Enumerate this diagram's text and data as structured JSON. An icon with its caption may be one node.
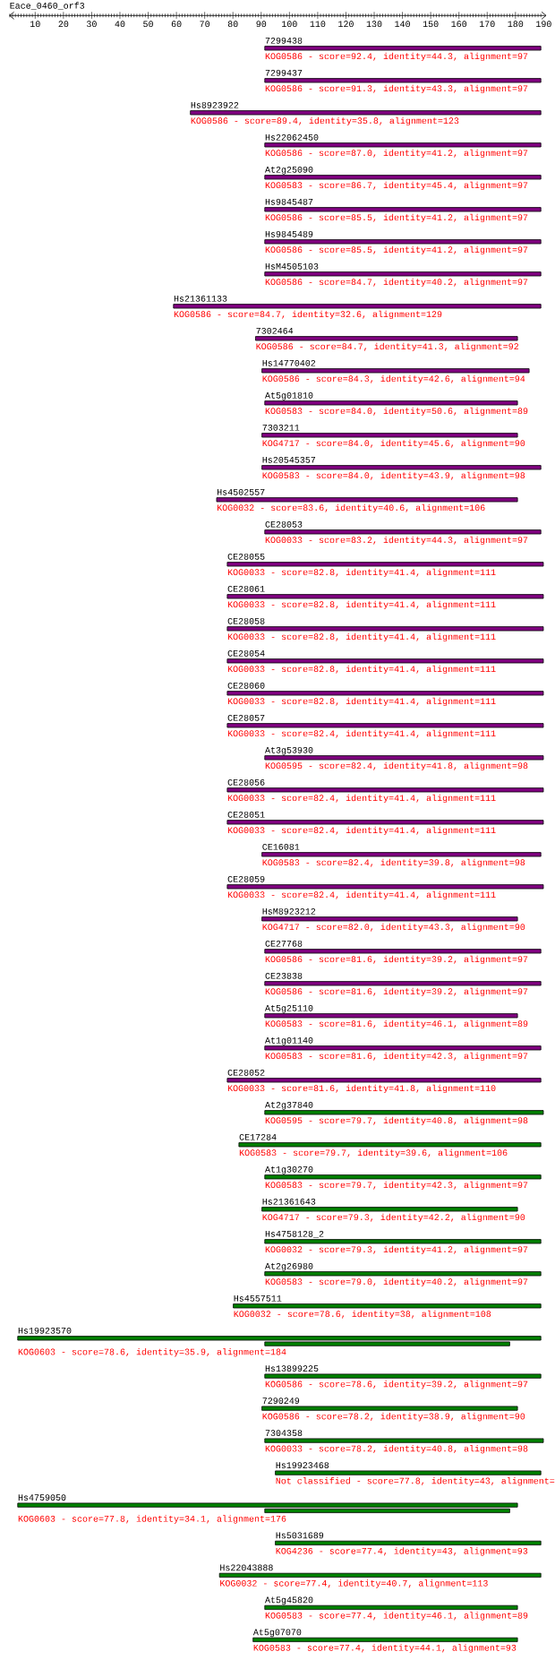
{
  "diagram": {
    "title": "Eace_0460_orf3",
    "nodes": [
      {
        "text": [
          "7299438",
          "KOG0586 - score=92.4, identity=44.3, alignment=97"
        ]
      },
      {
        "text": [
          "7299437",
          "KOG0586 - score=91.3, identity=43.3, alignment=97"
        ]
      },
      {
        "text": [
          "Hs8923922",
          "KOG0586 - score=89.4, identity=35.8, alignment=123"
        ]
      },
      {
        "text": [
          "Hs22062450",
          "KOG0586 - score=87.0, identity=41.2, alignment=97"
        ]
      },
      {
        "text": [
          "At2g25090",
          "KOG0583 - score=86.7, identity=45.4, alignment=97"
        ]
      },
      {
        "text": [
          "Hs9845487",
          "KOG0586 - score=85.5, identity=41.2, alignment=97"
        ]
      },
      {
        "text": [
          "Hs9845489",
          "KOG0586 - score=85.5, identity=41.2, alignment=97"
        ]
      },
      {
        "text": [
          "HsM4505103",
          "KOG0586 - score=84.7, identity=40.2, alignment=97"
        ]
      },
      {
        "text": [
          "Hs21361133",
          "KOG0586 - score=84.7, identity=32.6, alignment=129"
        ]
      },
      {
        "text": [
          "7302464",
          "KOG0586 - score=84.7, identity=41.3, alignment=92"
        ]
      },
      {
        "text": [
          "Hs14770402",
          "KOG0586 - score=84.3, identity=42.6, alignment=94"
        ]
      },
      {
        "text": [
          "At5g01810",
          "KOG0583 - score=84.0, identity=50.6, alignment=89"
        ]
      },
      {
        "text": [
          "7303211",
          "KOG4717 - score=84.0, identity=45.6, alignment=90"
        ]
      },
      {
        "text": [
          "Hs20545357",
          "KOG0583 - score=84.0, identity=43.9, alignment=98"
        ]
      },
      {
        "text": [
          "Hs4502557",
          "KOG0032 - score=83.6, identity=40.6, alignment=106"
        ]
      },
      {
        "text": [
          "CE28053",
          "KOG0033 - score=83.2, identity=44.3, alignment=97"
        ]
      },
      {
        "text": [
          "CE28055",
          "KOG0033 - score=82.8, identity=41.4, alignment=111"
        ]
      },
      {
        "text": [
          "CE28061",
          "KOG0033 - score=82.8, identity=41.4, alignment=111"
        ]
      },
      {
        "text": [
          "CE28058",
          "KOG0033 - score=82.8, identity=41.4, alignment=111"
        ]
      },
      {
        "text": [
          "CE28054",
          "KOG0033 - score=82.8, identity=41.4, alignment=111"
        ]
      },
      {
        "text": [
          "CE28060",
          "KOG0033 - score=82.8, identity=41.4, alignment=111"
        ]
      },
      {
        "text": [
          "CE28057",
          "KOG0033 - score=82.4, identity=41.4, alignment=111"
        ]
      },
      {
        "text": [
          "At3g53930",
          "KOG0595 - score=82.4, identity=41.8, alignment=98"
        ]
      },
      {
        "text": [
          "CE28056",
          "KOG0033 - score=82.4, identity=41.4, alignment=111"
        ]
      },
      {
        "text": [
          "CE28051",
          "KOG0033 - score=82.4, identity=41.4, alignment=111"
        ]
      },
      {
        "text": [
          "CE16081",
          "KOG0583 - score=82.4, identity=39.8, alignment=98"
        ]
      },
      {
        "text": [
          "CE28059",
          "KOG0033 - score=82.4, identity=41.4, alignment=111"
        ]
      },
      {
        "text": [
          "HsM8923212",
          "KOG4717 - score=82.0, identity=43.3, alignment=90"
        ]
      },
      {
        "text": [
          "CE27768",
          "KOG0586 - score=81.6, identity=39.2, alignment=97"
        ]
      },
      {
        "text": [
          "CE23838",
          "KOG0586 - score=81.6, identity=39.2, alignment=97"
        ]
      },
      {
        "text": [
          "At5g25110",
          "KOG0583 - score=81.6, identity=46.1, alignment=89"
        ]
      },
      {
        "text": [
          "At1g01140",
          "KOG0583 - score=81.6, identity=42.3, alignment=97"
        ]
      },
      {
        "text": [
          "CE28052",
          "KOG0033 - score=81.6, identity=41.8, alignment=110"
        ]
      },
      {
        "text": [
          "At2g37840",
          "KOG0595 - score=79.7, identity=40.8, alignment=98"
        ]
      },
      {
        "text": [
          "CE17284",
          "KOG0583 - score=79.7, identity=39.6, alignment=106"
        ]
      },
      {
        "text": [
          "At1g30270",
          "KOG0583 - score=79.7, identity=42.3, alignment=97"
        ]
      },
      {
        "text": [
          "Hs21361643",
          "KOG4717 - score=79.3, identity=42.2, alignment=90"
        ]
      },
      {
        "text": [
          "Hs4758128_2",
          "KOG0032 - score=79.3, identity=41.2, alignment=97"
        ]
      },
      {
        "text": [
          "At2g26980",
          "KOG0583 - score=79.0, identity=40.2, alignment=97"
        ]
      },
      {
        "text": [
          "Hs4557511",
          "KOG0032 - score=78.6, identity=38, alignment=108"
        ]
      },
      {
        "text": [
          "Hs19923570",
          "KOG0603 - score=78.6, identity=35.9, alignment=184"
        ]
      },
      {
        "text": [],
        "shape": "bar"
      },
      {
        "text": [
          "Hs13899225",
          "KOG0586 - score=78.6, identity=39.2, alignment=97"
        ]
      },
      {
        "text": [
          "7290249",
          "KOG0586 - score=78.2, identity=38.9, alignment=90"
        ]
      },
      {
        "text": [
          "7304358",
          "KOG0033 - score=78.2, identity=40.8, alignment=98"
        ]
      },
      {
        "text": [
          "Hs19923468",
          "Not classified - score=77.8, identity=43, alignment="
        ]
      },
      {
        "text": [
          "Hs4759050",
          "KOG0603 - score=77.8, identity=34.1, alignment=176"
        ]
      },
      {
        "text": [],
        "shape": "bar"
      },
      {
        "text": [
          "Hs5031689",
          "KOG4236 - score=77.4, identity=43, alignment=93"
        ]
      },
      {
        "text": [
          "Hs22043888",
          "KOG0032 - score=77.4, identity=40.7, alignment=113"
        ]
      },
      {
        "text": [
          "At5g45820",
          "KOG0583 - score=77.4, identity=46.1, alignment=89"
        ]
      },
      {
        "text": [
          "At5g07070",
          "KOG0583 - score=77.4, identity=44.1, alignment=93"
        ]
      }
    ],
    "labels": [
      "10",
      "20",
      "30",
      "40",
      "50",
      "60",
      "70",
      "80",
      "90",
      "100",
      "110",
      "120",
      "130",
      "140",
      "150",
      "160",
      "170",
      "180",
      "190"
    ]
  }
}
